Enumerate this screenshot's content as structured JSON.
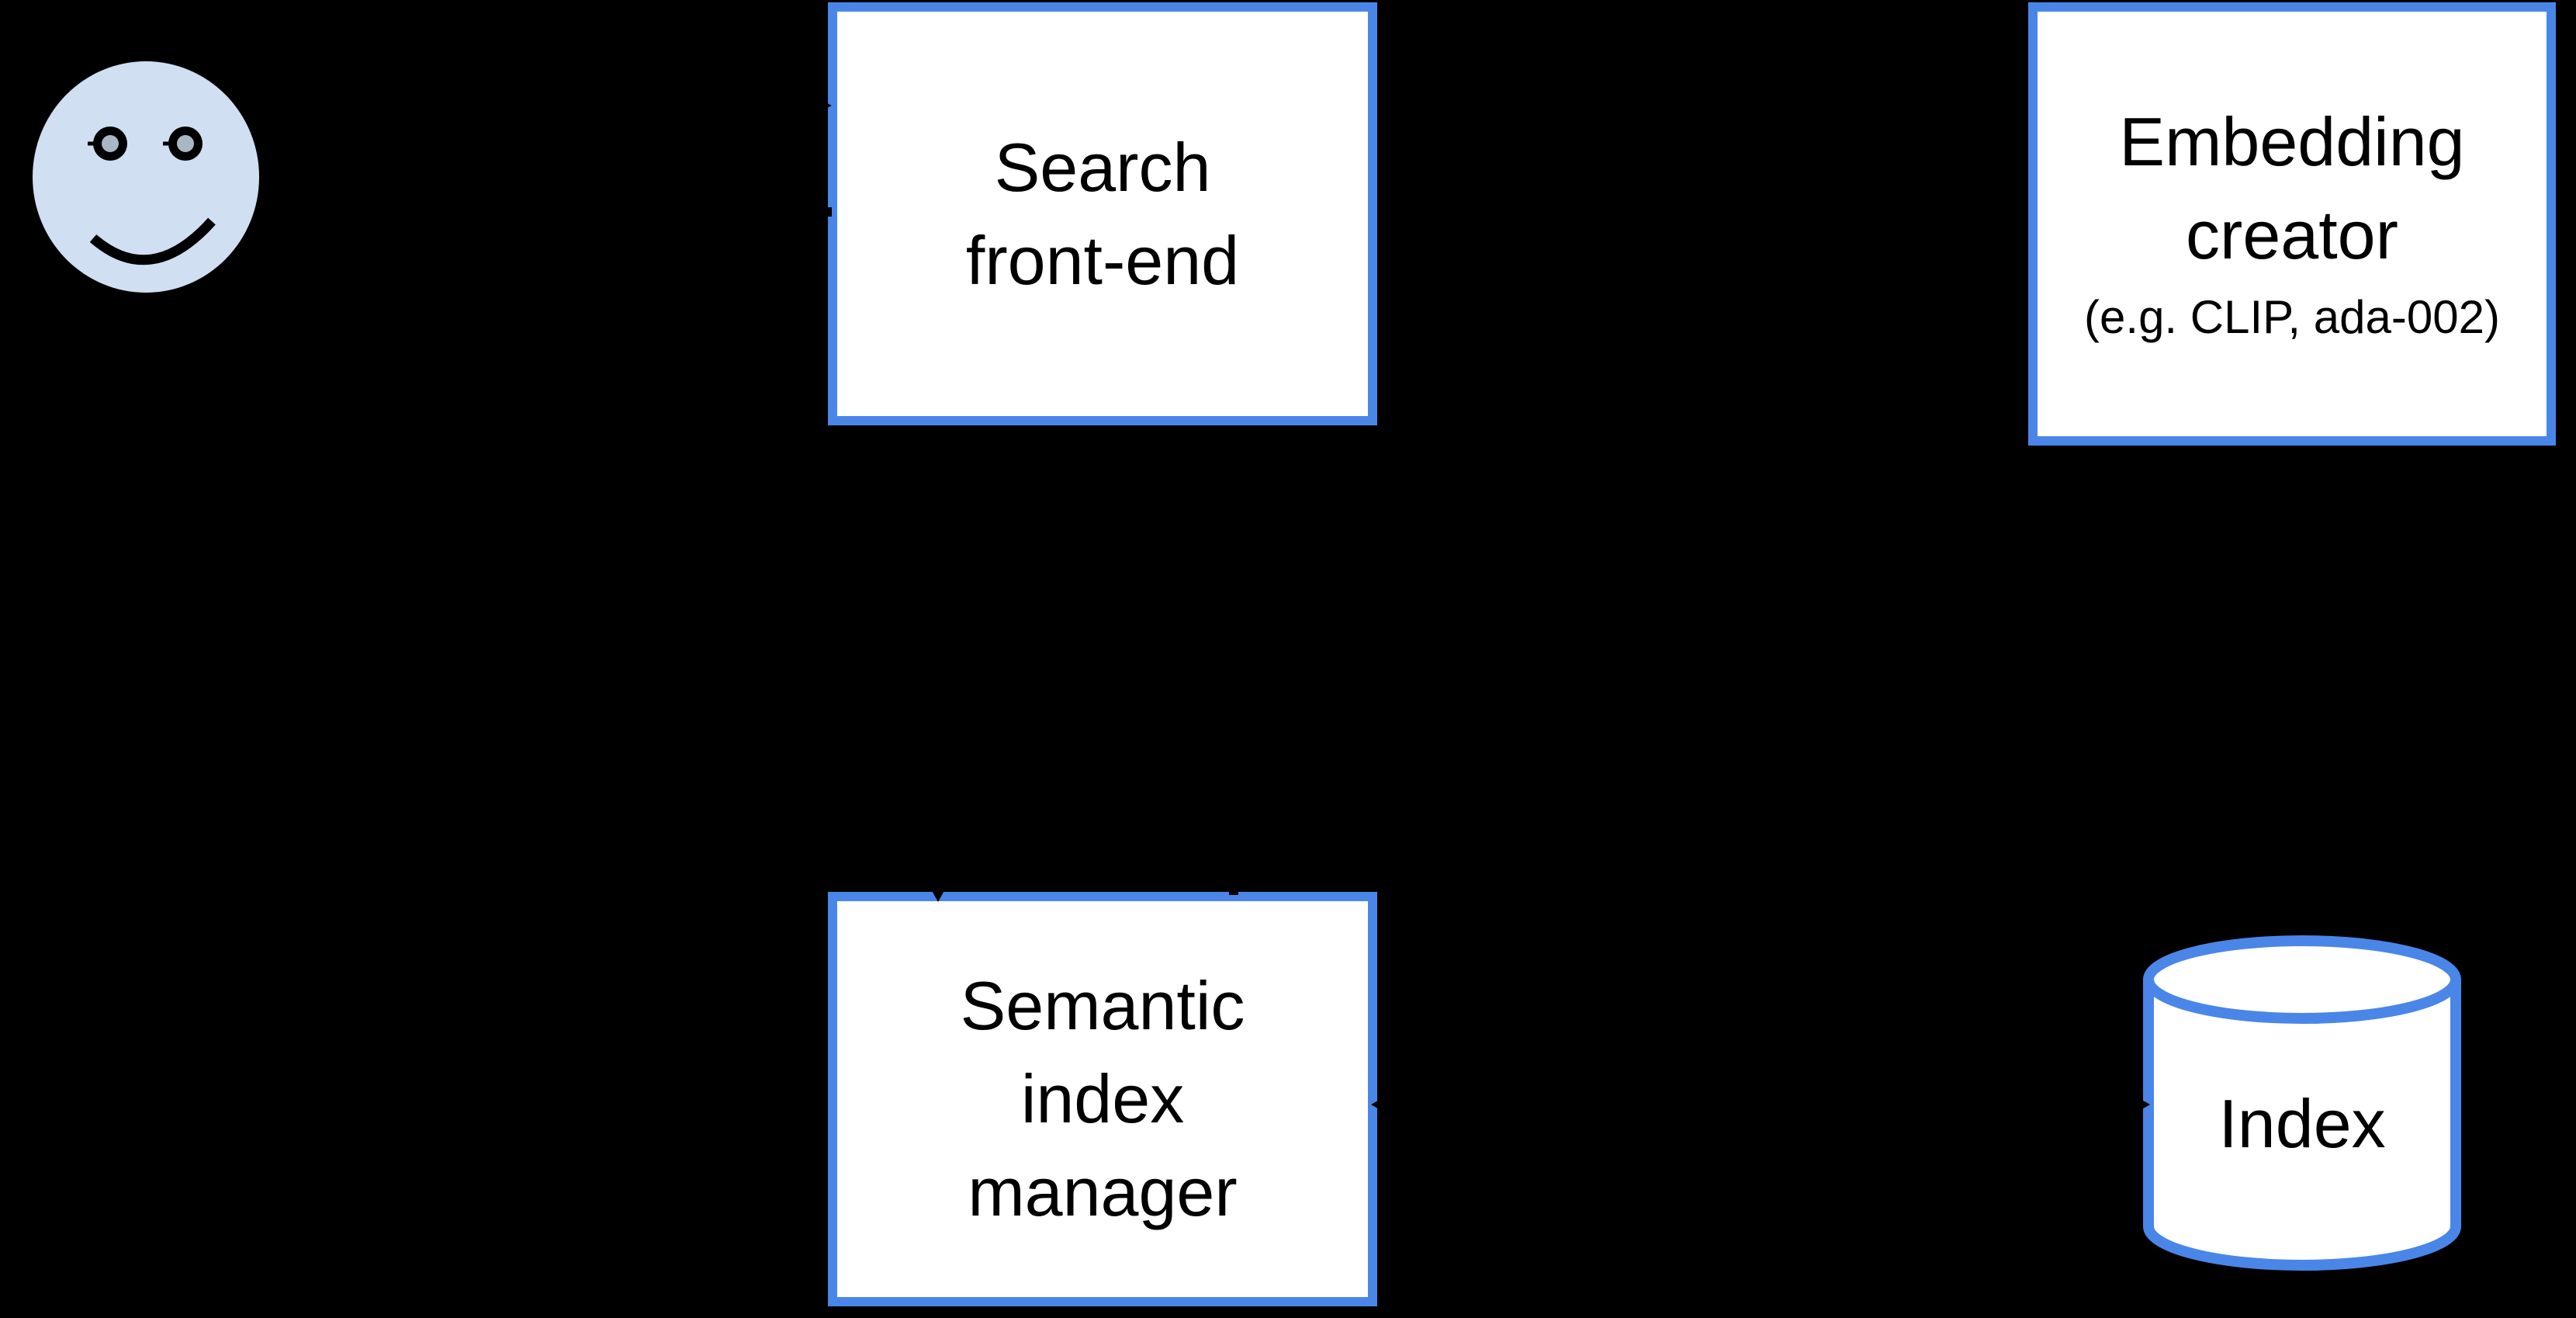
{
  "diagram": {
    "background_color": "#000000",
    "node_border_color": "#4a86e8",
    "node_fill_color": "#ffffff",
    "text_color": "#000000",
    "user_icon": {
      "name": "smiley-face",
      "face_fill": "#d0dff2",
      "eye_color": "#000000",
      "pupil_color": "#a9b6c4"
    },
    "nodes": {
      "search_frontend": {
        "lines": [
          "Search",
          "front-end"
        ]
      },
      "embedding_creator": {
        "lines": [
          "Embedding",
          "creator"
        ],
        "subtitle": "(e.g. CLIP, ada-002)"
      },
      "semantic_index_manager": {
        "lines": [
          "Semantic",
          "index",
          "manager"
        ]
      },
      "index_store": {
        "label": "Index",
        "shape": "database-cylinder"
      }
    },
    "connectors": [
      {
        "name": "user-to-search-frontend",
        "type": "arrow-right"
      },
      {
        "name": "search-frontend-to-user",
        "type": "arrow-left"
      },
      {
        "name": "search-frontend-to-semantic-index-manager",
        "type": "arrow-down"
      },
      {
        "name": "semantic-index-manager-to-search-frontend",
        "type": "arrow-up"
      },
      {
        "name": "semantic-index-manager-to-index",
        "type": "arrow-both"
      }
    ]
  }
}
